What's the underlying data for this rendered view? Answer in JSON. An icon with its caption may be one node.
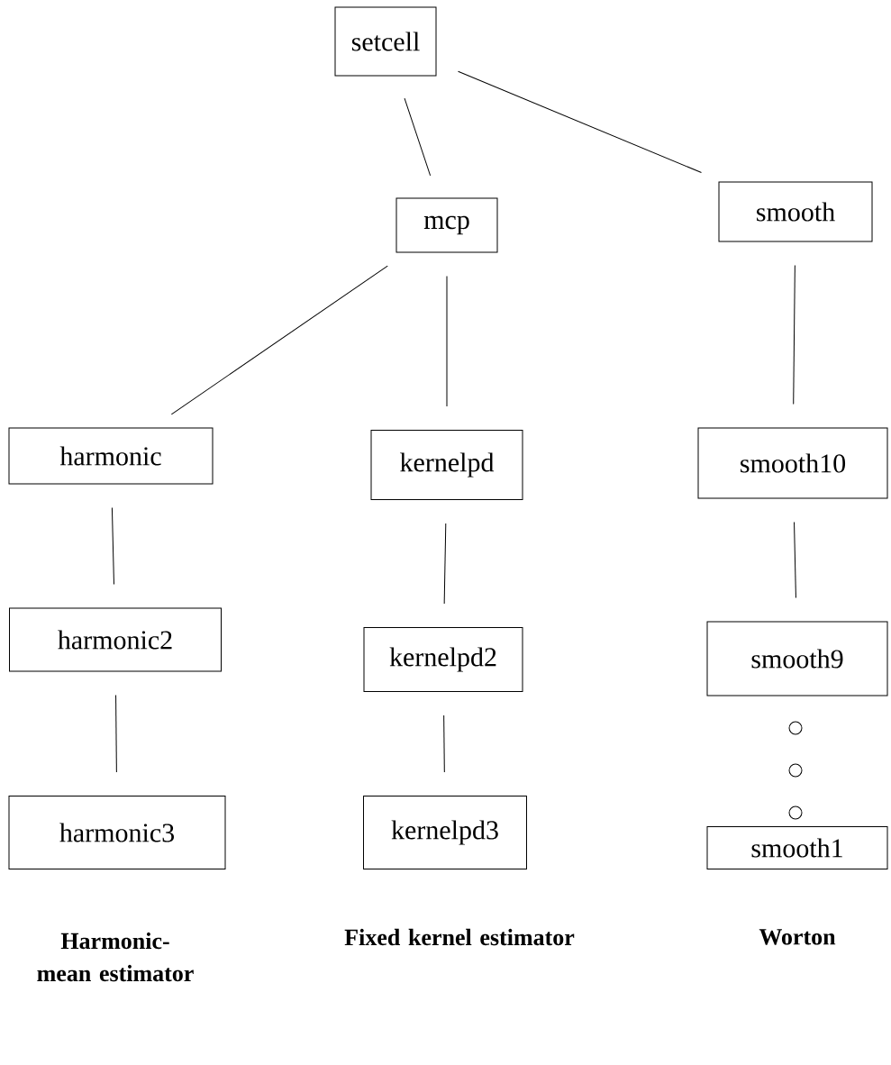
{
  "diagram": {
    "nodes": [
      {
        "text": [
          "setcell"
        ]
      },
      {
        "text": [
          "mcp"
        ]
      },
      {
        "text": [
          "smooth"
        ]
      },
      {
        "text": [
          "harmonic"
        ]
      },
      {
        "text": [
          "kernelpd"
        ]
      },
      {
        "text": [
          "smooth10"
        ]
      },
      {
        "text": [
          "harmonic2"
        ]
      },
      {
        "text": [
          "kernelpd2"
        ]
      },
      {
        "text": [
          "smooth9"
        ]
      },
      {
        "text": [],
        "shape": "circle"
      },
      {
        "text": [],
        "shape": "circle"
      },
      {
        "text": [],
        "shape": "circle"
      },
      {
        "text": [
          "harmonic3"
        ]
      },
      {
        "text": [
          "kernelpd3"
        ]
      },
      {
        "text": [
          "smooth1"
        ]
      }
    ],
    "edges": [
      {
        "from": 0,
        "to": 1,
        "arrow": "none"
      },
      {
        "from": 0,
        "to": 2,
        "arrow": "none"
      },
      {
        "from": 1,
        "to": 3,
        "arrow": "none"
      },
      {
        "from": 1,
        "to": 4,
        "arrow": "none"
      },
      {
        "from": 2,
        "to": 5,
        "arrow": "none"
      },
      {
        "from": 3,
        "to": 6,
        "arrow": "none"
      },
      {
        "from": 4,
        "to": 7,
        "arrow": "none"
      },
      {
        "from": 5,
        "to": 8,
        "arrow": "none"
      },
      {
        "from": 6,
        "to": 12,
        "arrow": "none"
      },
      {
        "from": 7,
        "to": 13,
        "arrow": "none"
      }
    ],
    "labels": [
      "Harmonic-mean estimator",
      "Fixed kernel estimator",
      "Worton"
    ]
  }
}
